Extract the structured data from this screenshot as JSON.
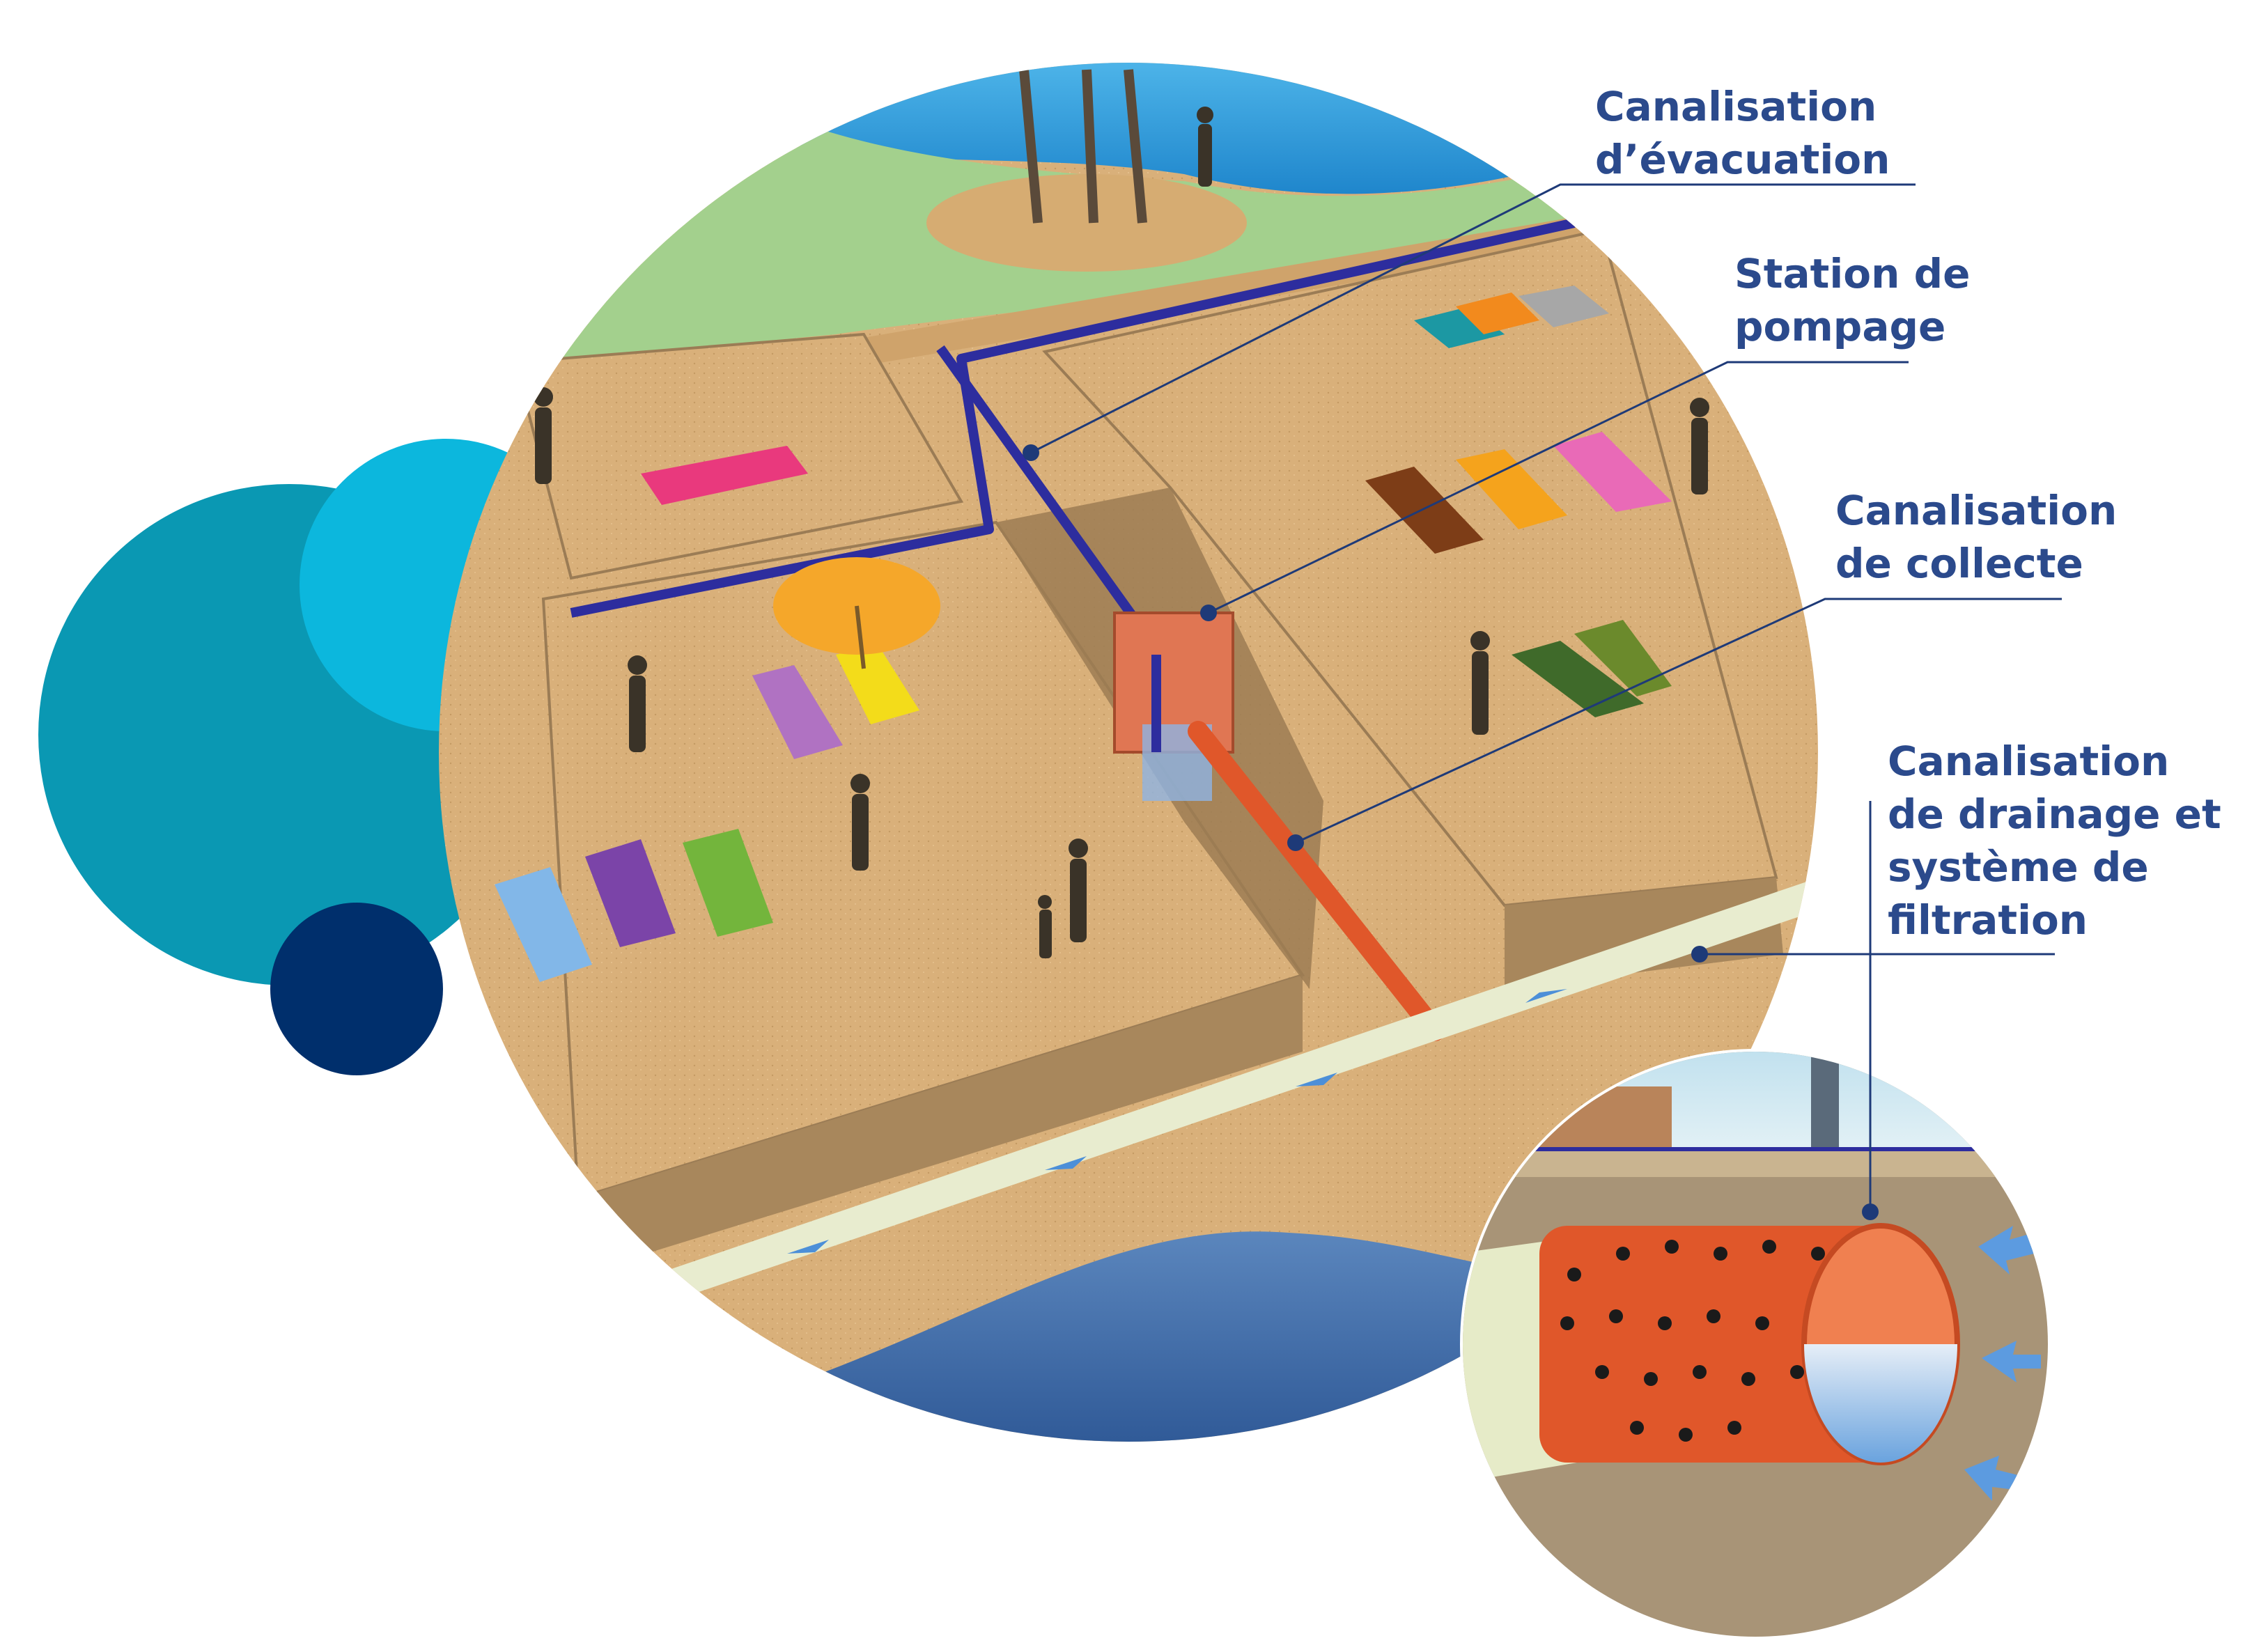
{
  "labels": {
    "evacuation": {
      "line1": "Canalisation",
      "line2": "d’évacuation"
    },
    "pompage": {
      "line1": "Station de",
      "line2": "pompage"
    },
    "collecte": {
      "line1": "Canalisation",
      "line2": "de collecte"
    },
    "drainage": {
      "line1": "Canalisation",
      "line2": "de drainage et",
      "line3": "système de",
      "line4": "filtration"
    }
  },
  "colors": {
    "label_text": "#2b4a8c",
    "leader_line": "#1e3a78",
    "sand": "#d9b07a",
    "sand_shadow": "#a8875c",
    "grass": "#a3d08d",
    "water": "#2f96d6",
    "sea": "#3d6aa8",
    "evacuation_pipe": "#2d2d9e",
    "collection_pipe": "#e0572a",
    "drain_pipe": "#e8eccf",
    "circle_dark": "#0a98b3",
    "circle_light": "#0cb7dd",
    "circle_navy": "#002f6c"
  }
}
